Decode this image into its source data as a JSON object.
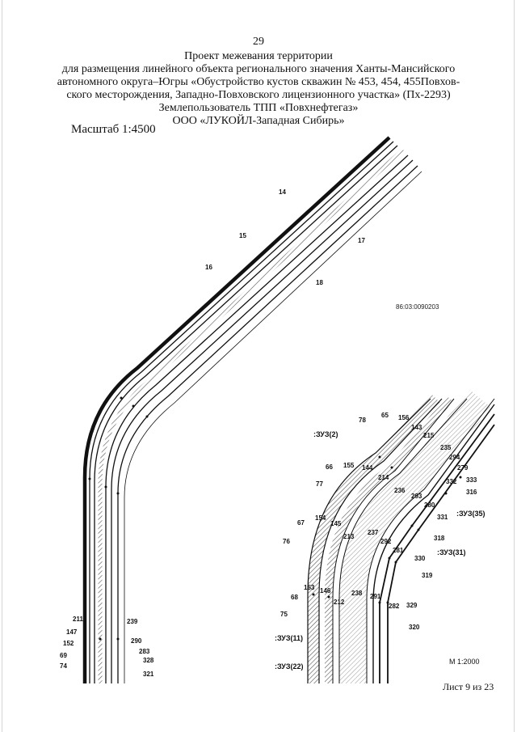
{
  "page_number": "29",
  "title_lines": [
    "Проект межевания территории",
    "для размещения линейного объекта регионального значения Ханты-Мансийского",
    "автономного округа–Югры «Обустройство кустов скважин № 453, 454, 455Повхов-",
    "ского месторождения, Западно-Повховского лицензионного участка» (Пх-2293)",
    "Землепользователь ТПП «Повхнефтегаз»",
    "ООО «ЛУКОЙЛ-Западная Сибирь»"
  ],
  "scale_label": "Масштаб 1:4500",
  "sheet_label": "Лист 9 из 23",
  "main_map": {
    "cadastral_number": "86:03:0090203",
    "labels": [
      "14",
      "15",
      "16",
      "17",
      "18",
      "211",
      "147",
      "152",
      "69",
      "74",
      "239",
      "290",
      "283",
      "328",
      "321"
    ]
  },
  "inset_map": {
    "scale": "М 1:2000",
    "zones": [
      ":ЗУЗ(2)",
      ":ЗУЗ(35)",
      ":ЗУЗ(31)",
      ":ЗУЗ(11)",
      ":ЗУЗ(22)"
    ],
    "labels": [
      "78",
      "65",
      "156",
      "143",
      "215",
      "235",
      "294",
      "279",
      "333",
      "316",
      "332",
      "293",
      "280",
      "331",
      "66",
      "155",
      "144",
      "214",
      "236",
      "77",
      "154",
      "145",
      "213",
      "237",
      "292",
      "318",
      "281",
      "330",
      "319",
      "67",
      "76",
      "153",
      "146",
      "212",
      "238",
      "291",
      "282",
      "329",
      "68",
      "75",
      "320"
    ]
  },
  "colors": {
    "line": "#111111",
    "hatch": "#444444",
    "edge": "#d6d6d6"
  }
}
